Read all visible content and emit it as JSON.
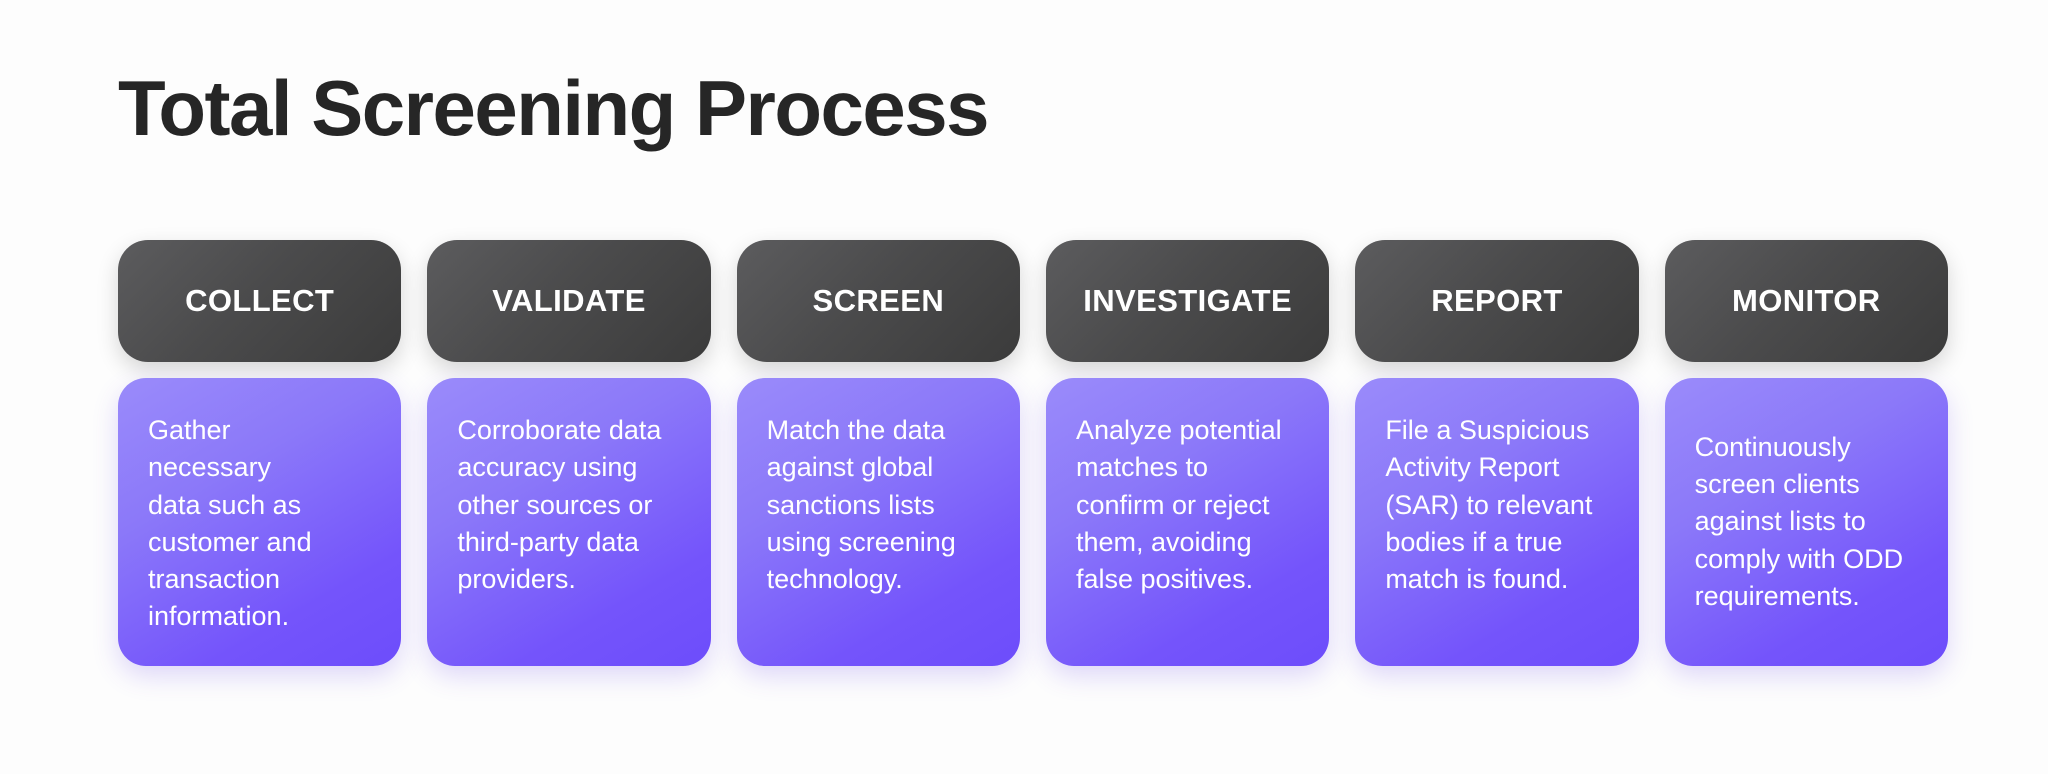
{
  "page": {
    "title": "Total Screening Process",
    "background_color": "#fdfdfd",
    "title_color": "#262626"
  },
  "theme": {
    "header_gradient_start": "#5c5c5e",
    "header_gradient_end": "#3b3b3b",
    "body_gradient_start": "#9a8bfa",
    "body_gradient_end": "#6d4dfb",
    "card_text_color": "#ffffff"
  },
  "stages": [
    {
      "label": "COLLECT",
      "description": "Gather\nnecessary\ndata such as\ncustomer and\ntransaction\ninformation.",
      "align": "top"
    },
    {
      "label": "VALIDATE",
      "description": "Corroborate data\naccuracy using\nother sources or\nthird-party data\nproviders.",
      "align": "top"
    },
    {
      "label": "SCREEN",
      "description": "Match the data\nagainst global\nsanctions lists\nusing screening\ntechnology.",
      "align": "top"
    },
    {
      "label": "INVESTIGATE",
      "description": "Analyze potential\nmatches to\nconfirm or reject\nthem, avoiding\nfalse positives.",
      "align": "top"
    },
    {
      "label": "REPORT",
      "description": "File a Suspicious\nActivity Report\n(SAR) to relevant\nbodies if a true\nmatch is found.",
      "align": "top"
    },
    {
      "label": "MONITOR",
      "description": "Continuously\nscreen clients\nagainst lists to\ncomply with ODD\nrequirements.",
      "align": "center"
    }
  ]
}
